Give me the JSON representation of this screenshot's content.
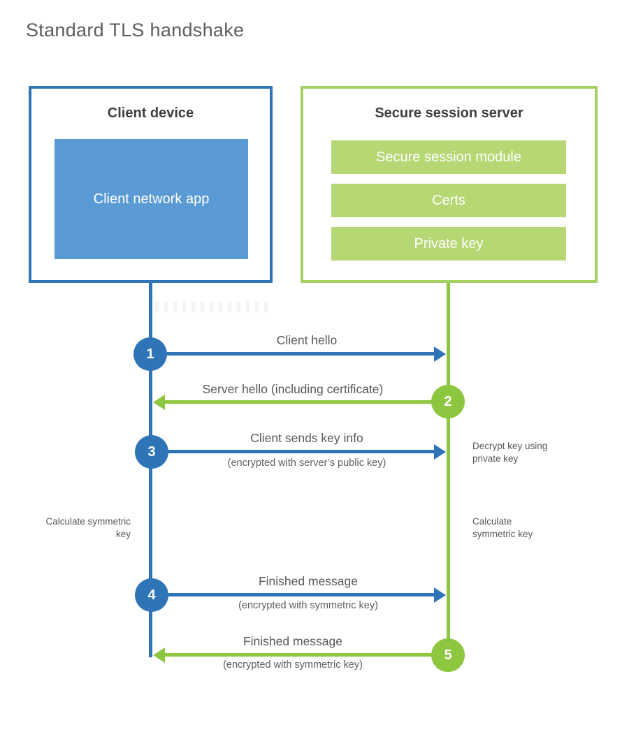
{
  "title": "Standard TLS handshake",
  "client": {
    "title": "Client device",
    "app": "Client network app"
  },
  "server": {
    "title": "Secure session server",
    "modules": [
      "Secure session module",
      "Certs",
      "Private key"
    ]
  },
  "steps": [
    {
      "num": "1",
      "label": "Client hello",
      "sub": "",
      "from": "client",
      "to": "server"
    },
    {
      "num": "2",
      "label": "Server hello (including certificate)",
      "sub": "",
      "from": "server",
      "to": "client"
    },
    {
      "num": "3",
      "label": "Client sends key info",
      "sub": "(encrypted with server’s public key)",
      "from": "client",
      "to": "server"
    },
    {
      "num": "4",
      "label": "Finished message",
      "sub": "(encrypted with symmetric key)",
      "from": "client",
      "to": "server"
    },
    {
      "num": "5",
      "label": "Finished message",
      "sub": "(encrypted with symmetric key)",
      "from": "server",
      "to": "client"
    }
  ],
  "annotations": {
    "decrypt_note": "Decrypt key using private key",
    "client_calculate_note": "Calculate symmetric key",
    "server_calculate_note": "Calculate symmetric key"
  },
  "colors": {
    "client_primary": "#2e74b6",
    "client_fill": "#5b9bd5",
    "server_primary": "#8dc63f",
    "server_border": "#a5d164",
    "server_fill": "#b5d774",
    "heading_text": "#3e3f41",
    "label_text": "#58595b"
  }
}
